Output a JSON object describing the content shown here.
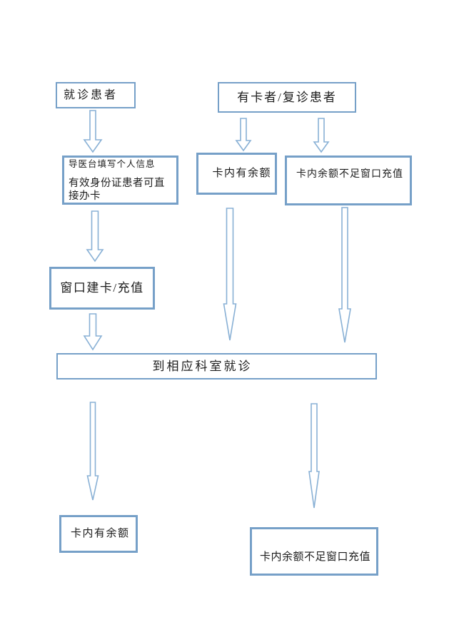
{
  "diagram": {
    "description": "Hospital visit card flowchart",
    "nodes": {
      "patient": "就诊患者",
      "card_holder": "有卡者/复诊患者",
      "info_line1": "导医台填写个人信息",
      "info_line2": "有效身份证患者可直接办卡",
      "balance_available_mid": "卡内有余额",
      "balance_insufficient_mid": "卡内余额不足窗口充值",
      "window_card": "窗口建卡/充值",
      "department": "到相应科室就诊",
      "balance_available_bottom": "卡内有余额",
      "balance_insufficient_bottom": "卡内余额不足窗口充值"
    },
    "edges": [
      "patient -> info",
      "card_holder -> balance_available_mid",
      "card_holder -> balance_insufficient_mid",
      "info -> window_card",
      "window_card -> department",
      "balance_available_mid -> department",
      "balance_insufficient_mid -> department",
      "department -> balance_available_bottom",
      "department -> balance_insufficient_bottom"
    ]
  },
  "colors": {
    "background": "#ffffff",
    "box_border": "#76a0c8",
    "arrow_stroke": "#88b0d5",
    "text": "#1c1c1c"
  }
}
